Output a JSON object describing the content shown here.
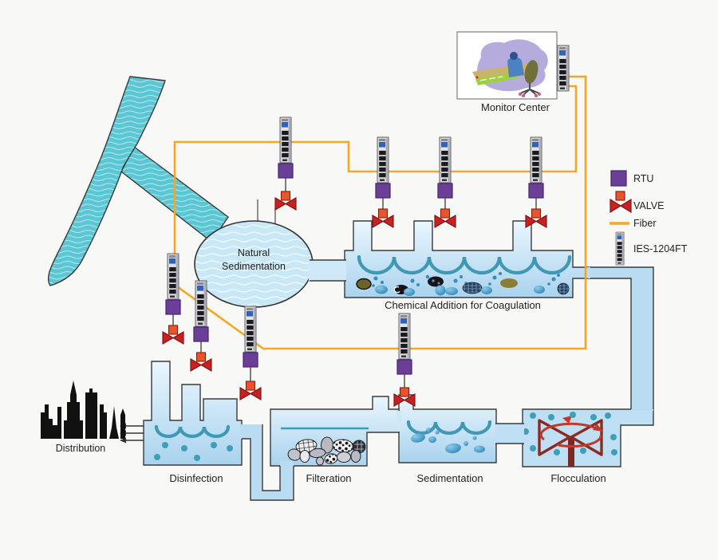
{
  "monitor_center": {
    "label": "Monitor Center"
  },
  "stages": [
    {
      "id": "natural-sedimentation",
      "label_lines": [
        "Natural",
        "Sedimentation"
      ]
    },
    {
      "id": "chemical-addition",
      "label": "Chemical Addition for Coagulation"
    },
    {
      "id": "flocculation",
      "label": "Flocculation"
    },
    {
      "id": "sedimentation",
      "label": "Sedimentation"
    },
    {
      "id": "filteration",
      "label": "Filteration"
    },
    {
      "id": "disinfection",
      "label": "Disinfection"
    },
    {
      "id": "distribution",
      "label": "Distribution"
    }
  ],
  "legend": {
    "items": [
      {
        "icon": "rtu-icon",
        "label": "RTU",
        "color": "#6b3e98"
      },
      {
        "icon": "valve-icon",
        "label": "VALVE",
        "color": "#c92020"
      },
      {
        "icon": "fiber-line-icon",
        "label": "Fiber",
        "color": "#f5a623"
      },
      {
        "icon": "ies-switch-icon",
        "label": "IES-1204FT"
      }
    ]
  },
  "colors": {
    "fiber": "#f5a623",
    "rtu": "#6b3e98",
    "valve": "#c92020",
    "river": "#5bc7d4",
    "water": "#bfe0f4",
    "wave": "#3f98b4"
  }
}
